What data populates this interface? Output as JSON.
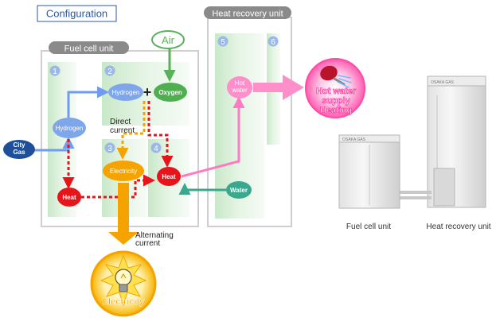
{
  "title": "Configuration",
  "fuel_cell_unit": {
    "label": "Fuel cell unit",
    "cells": [
      "1",
      "2",
      "3",
      "4"
    ]
  },
  "heat_recovery_unit": {
    "label": "Heat recovery unit",
    "cells": [
      "5",
      "6"
    ]
  },
  "inputs": {
    "air": "Air",
    "city_gas": [
      "City",
      "Gas"
    ]
  },
  "nodes": {
    "hydrogen_reformer": "Hydrogen",
    "hydrogen": "Hydrogen",
    "plus": "+",
    "oxygen": "Oxygen",
    "electricity": "Electricity",
    "heat_main": "Heat",
    "heat_cell": "Heat",
    "hot_water": [
      "Hot",
      "water"
    ],
    "water": "Water"
  },
  "labels": {
    "direct_current": [
      "Direct",
      "current"
    ],
    "alternating_current": [
      "Alternating",
      "current"
    ]
  },
  "outputs": {
    "hot_water_supply": [
      "Hot water",
      "supply",
      "Heating"
    ],
    "electricity": "Electricity"
  },
  "product": {
    "fuel_cell_caption": "Fuel cell unit",
    "heat_recovery_caption": "Heat recovery unit",
    "brand_text": "OSAKA GAS"
  },
  "colors": {
    "blue": "#6f9cf0",
    "red": "#e8141b",
    "orange": "#f5a300",
    "green": "#5ab15a",
    "pink": "#ff7ac2",
    "teal": "#3aa88c"
  }
}
